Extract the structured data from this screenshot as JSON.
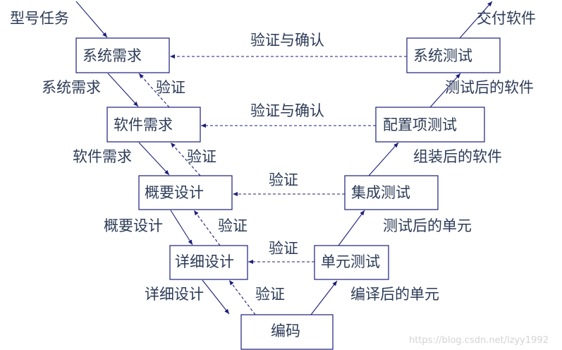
{
  "boxes": {
    "system_req": "系统需求",
    "software_req": "软件需求",
    "prelim_design": "概要设计",
    "detail_design": "详细设计",
    "coding": "编码",
    "unit_test": "单元测试",
    "integration_test": "集成测试",
    "ci_test": "配置项测试",
    "system_test": "系统测试"
  },
  "labels": {
    "input": "型号任务",
    "output": "交付软件",
    "down1": "系统需求",
    "down2": "软件需求",
    "down3": "概要设计",
    "down4": "详细设计",
    "verify1": "验证",
    "verify2": "验证",
    "verify3": "验证",
    "verify4": "验证",
    "up1": "编译后的单元",
    "up2": "测试后的单元",
    "up3": "组装后的软件",
    "up4": "测试后的软件",
    "h1": "验证与确认",
    "h2": "验证与确认",
    "h3": "验证",
    "h4": "验证"
  },
  "watermark": "https://blog.csdn.net/lzyy1992"
}
